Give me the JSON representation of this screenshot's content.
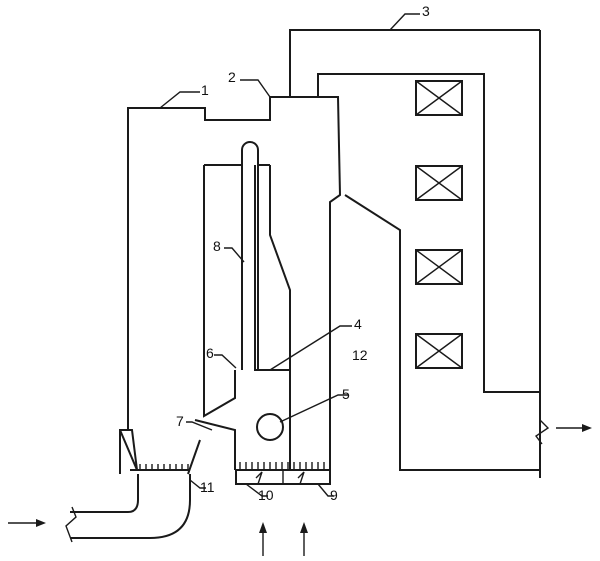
{
  "diagram": {
    "labels": {
      "l1": "1",
      "l2": "2",
      "l3": "3",
      "l4": "4",
      "l5": "5",
      "l6": "6",
      "l7": "7",
      "l8": "8",
      "l9": "9",
      "l10": "10",
      "l11": "11",
      "l12": "12"
    },
    "heat_exchanger_count": 4,
    "flow_arrows": [
      "inlet-left",
      "inlet-bottom-1",
      "inlet-bottom-2",
      "outlet-right"
    ]
  }
}
